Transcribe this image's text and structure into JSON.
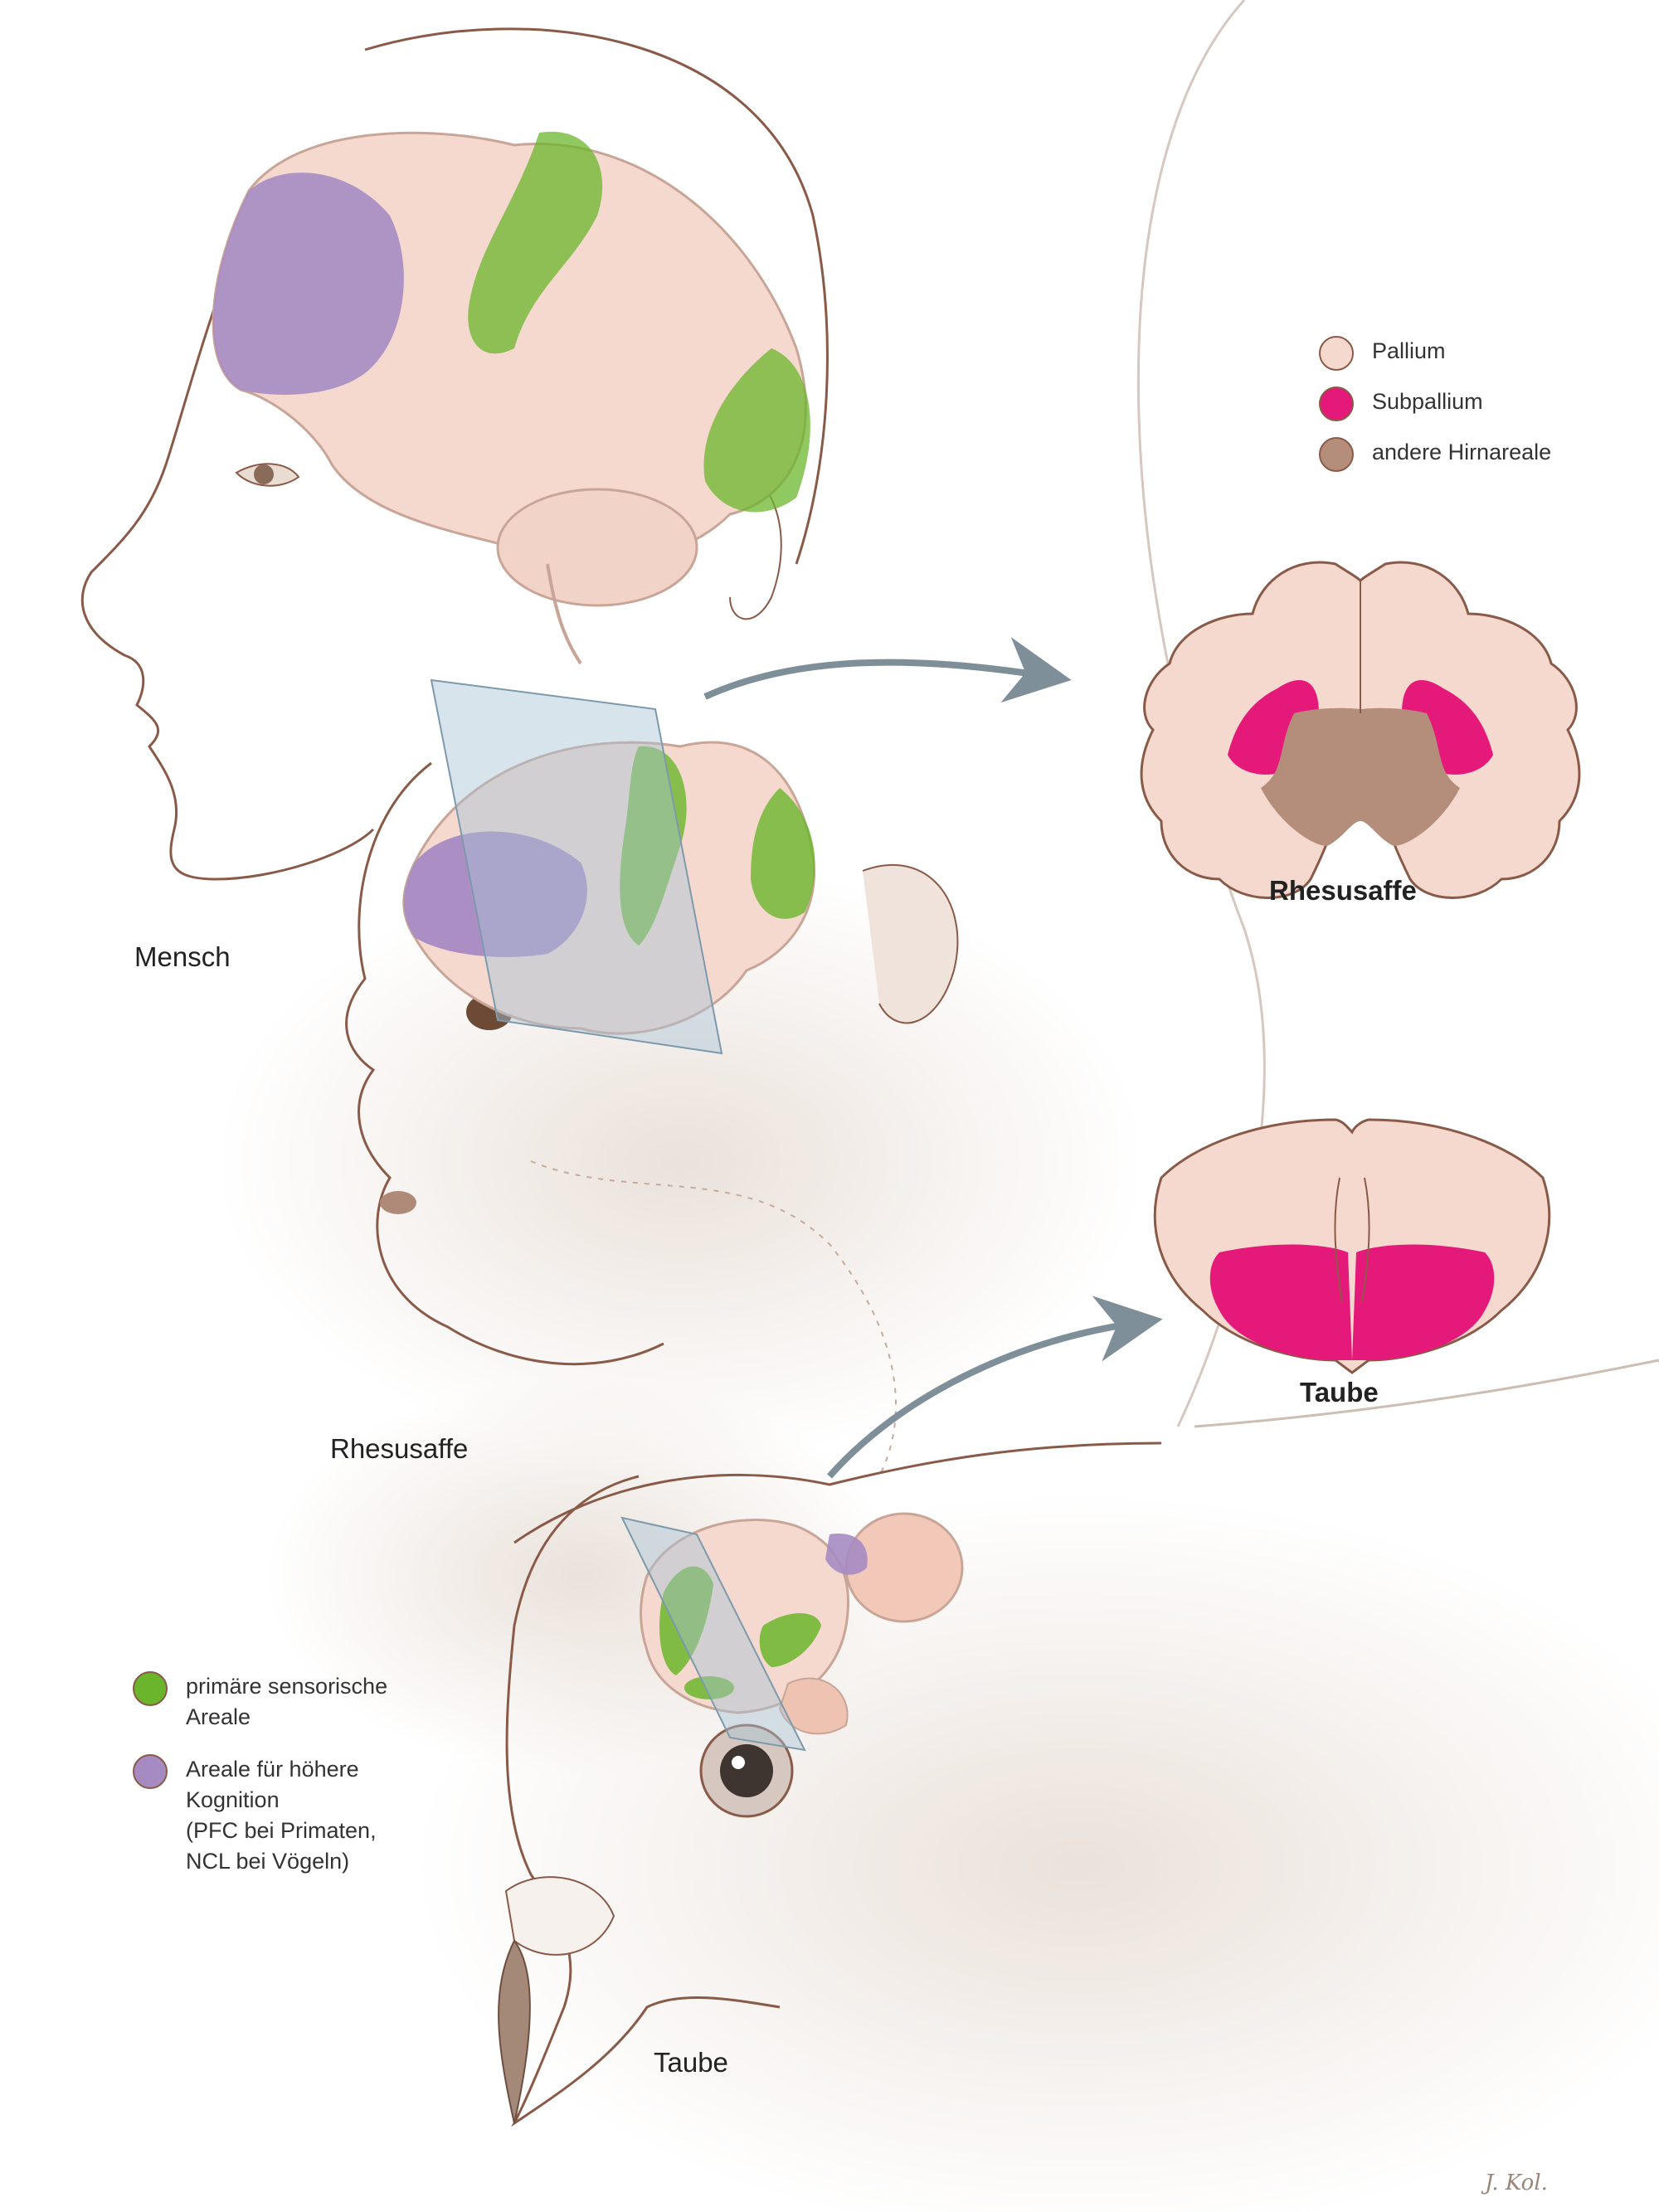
{
  "labels": {
    "human": "Mensch",
    "macaque": "Rhesusaffe",
    "pigeon": "Taube"
  },
  "sections": {
    "macaque_title": "Rhesusaffe",
    "pigeon_title": "Taube"
  },
  "legend_regions": [
    {
      "label": "Pallium",
      "color": "#f5d9cf"
    },
    {
      "label": "Subpallium",
      "color": "#e5197a"
    },
    {
      "label": "andere Hirnareale",
      "color": "#b48e7a"
    }
  ],
  "legend_function": [
    {
      "label": "primäre sensorische\nAreale",
      "color": "#6bb52c"
    },
    {
      "label": "Areale für höhere\nKognition\n(PFC bei Primaten,\nNCL bei Vögeln)",
      "color": "#a68bc3"
    }
  ],
  "colors": {
    "pallium": "#f5d9cf",
    "subpallium": "#e5197a",
    "other": "#b48e7a",
    "sensory": "#6bb52c",
    "cognition": "#a68bc3",
    "outline": "#8a5a48",
    "arrow": "#7f8f99",
    "plane": "#a9c4d4"
  },
  "signature": "J. Kol."
}
